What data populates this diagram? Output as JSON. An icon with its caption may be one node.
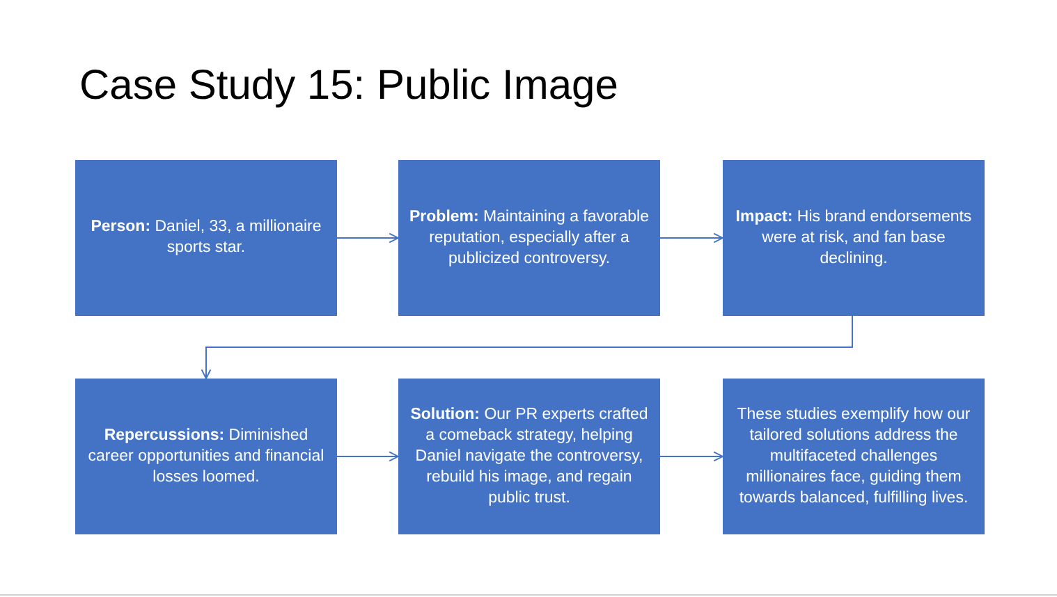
{
  "diagram": {
    "title": "Case Study 15: Public Image",
    "nodes": [
      {
        "text": [
          "**Person:** Daniel, 33, a millionaire sports star."
        ]
      },
      {
        "text": [
          "**Problem:** Maintaining a favorable reputation, especially after a publicized controversy."
        ]
      },
      {
        "text": [
          "**Impact:** His brand endorsements were at risk, and fan base declining."
        ]
      },
      {
        "text": [
          "**Repercussions:** Diminished career opportunities and financial losses loomed."
        ]
      },
      {
        "text": [
          "**Solution:** Our PR experts crafted a comeback strategy, helping Daniel navigate the controversy, rebuild his image, and regain public trust."
        ]
      },
      {
        "text": [
          "These studies exemplify how our tailored solutions address the multifaceted challenges millionaires face, guiding them towards balanced, fulfilling lives."
        ]
      }
    ],
    "edges": [
      {
        "from": 0,
        "to": 1,
        "arrow": "to"
      },
      {
        "from": 1,
        "to": 2,
        "arrow": "to"
      },
      {
        "from": 2,
        "to": 3,
        "arrow": "to"
      },
      {
        "from": 3,
        "to": 4,
        "arrow": "to"
      },
      {
        "from": 4,
        "to": 5,
        "arrow": "to"
      }
    ]
  }
}
